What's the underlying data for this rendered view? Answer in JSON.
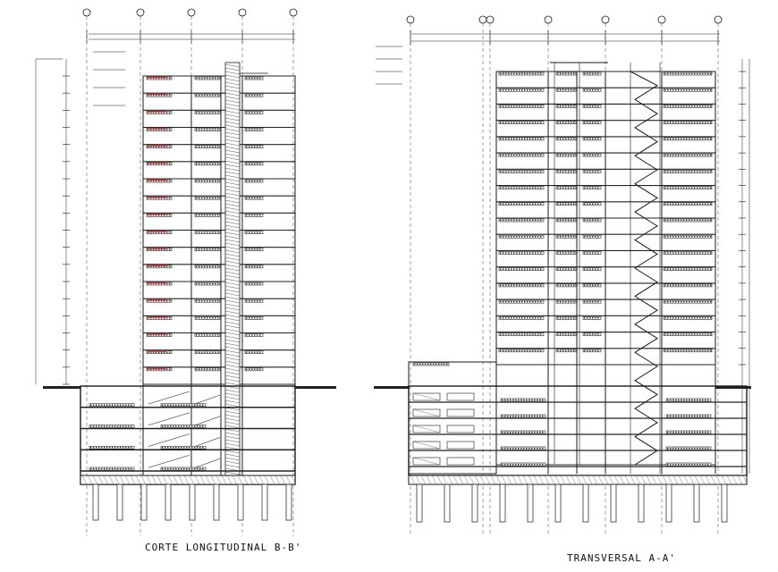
{
  "sections": {
    "left": {
      "title": "CORTE LONGITUDINAL  B-B'",
      "axis_markers": [
        "",
        "",
        "",
        "",
        ""
      ],
      "floors_above_ground": 18,
      "basement_levels": 4,
      "pile_count": 9
    },
    "right": {
      "title": "TRANSVERSAL  A-A'",
      "axis_markers": [
        "",
        "",
        "",
        "",
        "",
        "",
        ""
      ],
      "floors_above_ground": 18,
      "basement_levels": 5,
      "pile_count": 12
    }
  },
  "colors": {
    "line": "#1a1a1a",
    "slab": "#222222",
    "hatch": "#555555",
    "accent": "#e0312b"
  }
}
